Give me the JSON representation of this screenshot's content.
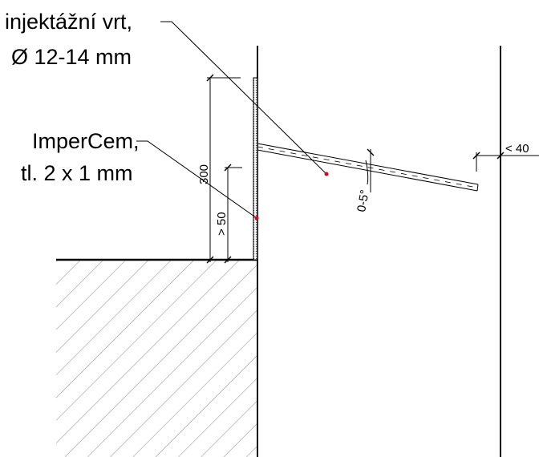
{
  "labels": {
    "drill_hole_line1": "injektážní vrt,",
    "drill_hole_line2": "Ø 12-14 mm",
    "coating_line1": "ImperCem,",
    "coating_line2": "tl. 2 x 1 mm"
  },
  "dimensions": {
    "height_300": "300",
    "height_gt_50": "> 50",
    "angle": "0-5°",
    "offset_lt_40": "< 40"
  },
  "colors": {
    "line": "#000000",
    "marker": "#e3001b",
    "hatch": "#999999"
  }
}
